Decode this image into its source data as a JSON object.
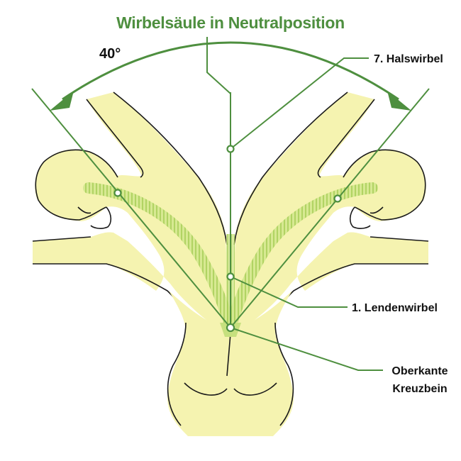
{
  "diagram": {
    "title": "Wirbelsäule in Neutralposition",
    "angle_label": "40°",
    "callouts": {
      "cervical": "7. Halswirbel",
      "lumbar": "1. Lendenwirbel",
      "sacrum_line1": "Oberkante",
      "sacrum_line2": "Kreuzbein"
    }
  },
  "colors": {
    "line_green": "#4e8f3f",
    "label_green": "#4e8f3f",
    "label_dark": "#111111",
    "body_fill": "#f5f3b0",
    "spine_glow": "#c6e07e",
    "outline": "#1a1a1a"
  }
}
